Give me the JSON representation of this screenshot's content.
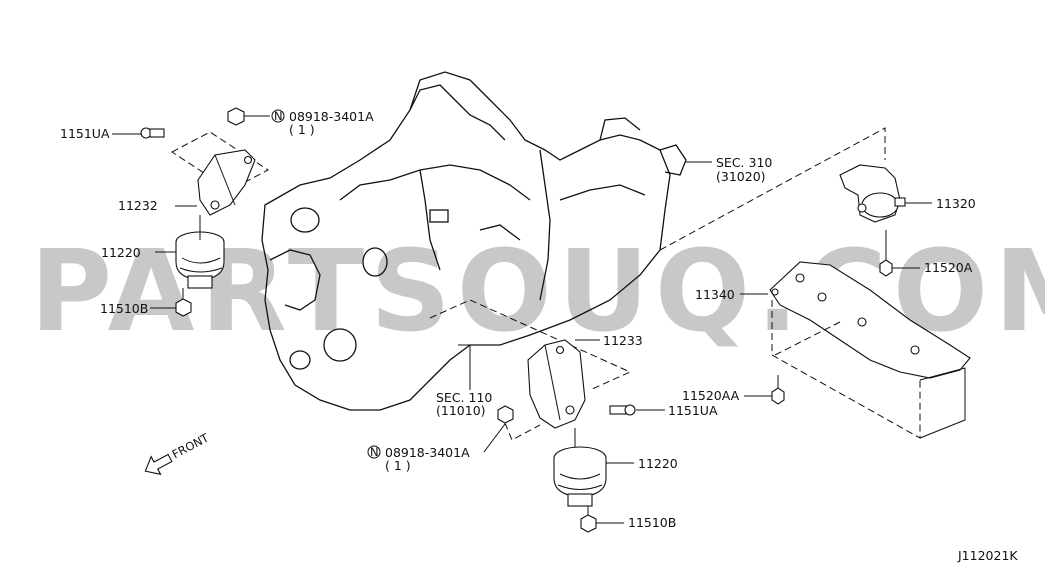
{
  "watermark": "PARTSOUQ.COM",
  "diagram_code": "J112021K",
  "front_label": "FRONT",
  "labels": {
    "bolt_left": "1151UA",
    "nut_top_code": "08918-3401A",
    "nut_top_qty": "( 1 )",
    "bracket_left": "11232",
    "insulator_left": "11220",
    "nut_left": "11510B",
    "sec310": "SEC. 310",
    "sec310_sub": "(31020)",
    "mount_rear": "11320",
    "bolt_rear": "11520A",
    "member": "11340",
    "bracket_right": "11233",
    "bolt_member": "11520AA",
    "bolt_right": "1151UA",
    "sec110": "SEC. 110",
    "sec110_sub": "(11010)",
    "nut_bottom_code": "08918-3401A",
    "nut_bottom_qty": "( 1 )",
    "insulator_right": "11220",
    "nut_right": "11510B"
  },
  "circle_mark": "N"
}
